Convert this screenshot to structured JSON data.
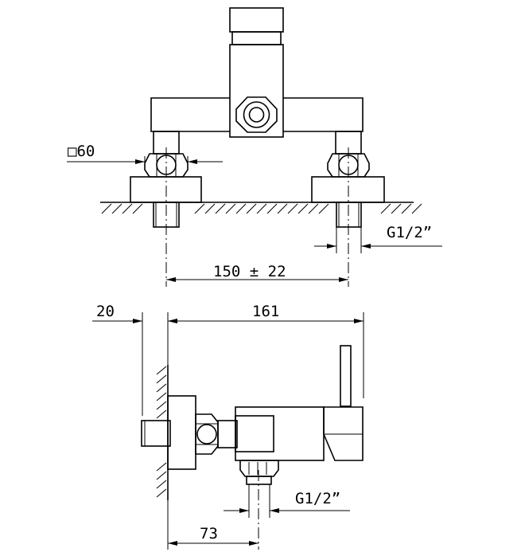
{
  "dimensions": {
    "square_size": "□60",
    "spacing": "150 ± 22",
    "thread_front": "G1/2”",
    "wall_offset": "20",
    "total_depth": "161",
    "thread_side": "G1/2”",
    "outlet_distance": "73"
  }
}
